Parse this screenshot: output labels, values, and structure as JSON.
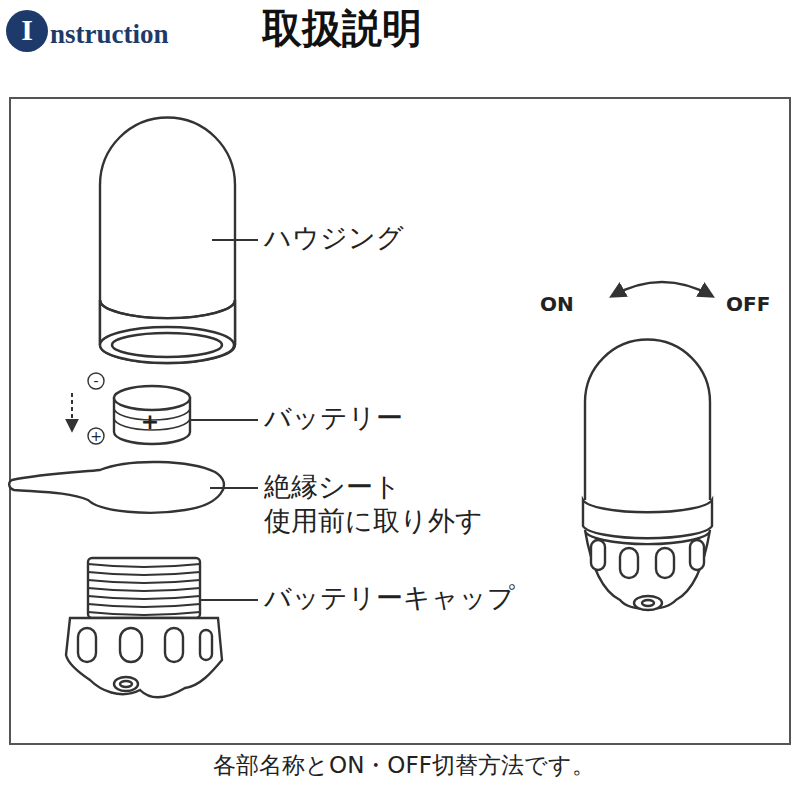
{
  "diagram": {
    "title": "取扱説明",
    "caption": "各部名称とON・OFF切替方法です。",
    "labels": [
      "I",
      "nstruction",
      "ハウジング",
      "バッテリー",
      "絶縁シート 使用前に取り外す",
      "バッテリーキャップ",
      "-",
      "+",
      "+",
      "ON",
      "OFF"
    ]
  }
}
